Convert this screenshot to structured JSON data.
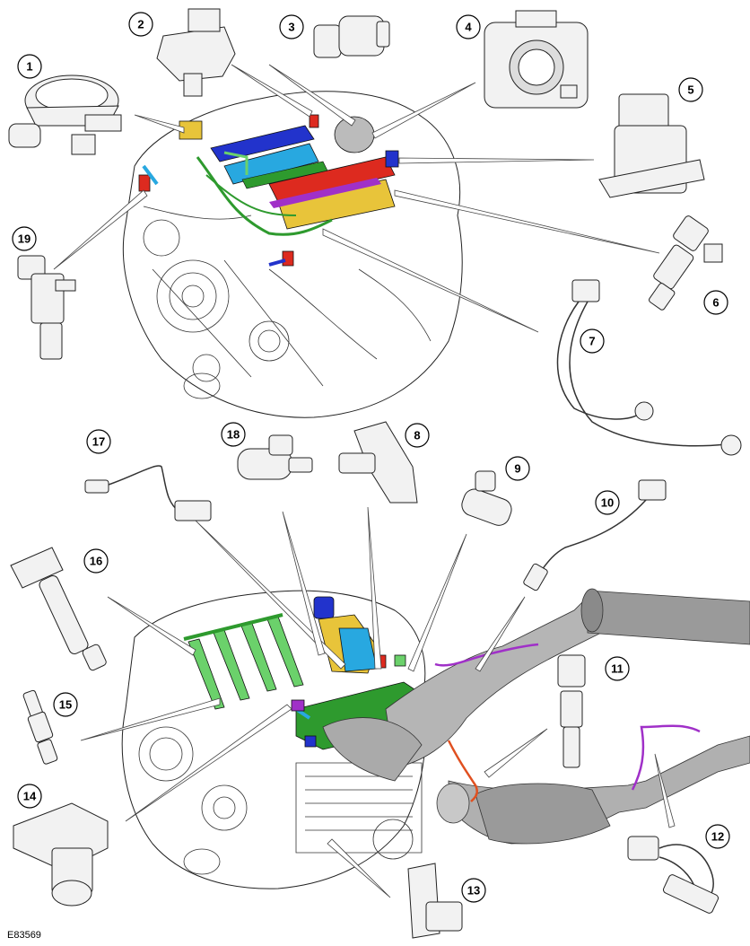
{
  "figure": {
    "reference_code": "E83569",
    "callouts": [
      "1",
      "2",
      "3",
      "4",
      "5",
      "6",
      "7",
      "8",
      "9",
      "10",
      "11",
      "12",
      "13",
      "14",
      "15",
      "16",
      "17",
      "18",
      "19"
    ]
  },
  "colors": {
    "blue": "#2233cc",
    "red": "#dd2a1f",
    "green": "#2e9a2e",
    "light_green": "#6bd16b",
    "yellow": "#e8c43a",
    "cyan": "#28a8e0",
    "purple": "#a030c8",
    "orange_red": "#e05020",
    "grey_metal": "#9a9a9a"
  }
}
